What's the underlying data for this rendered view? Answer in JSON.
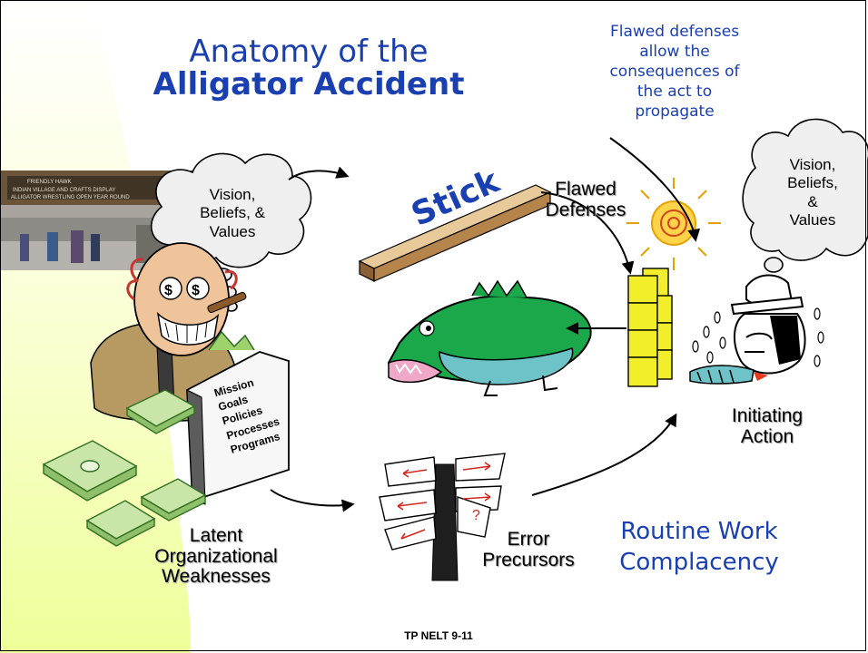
{
  "title": {
    "line1": "Anatomy of the",
    "line2": "Alligator Accident"
  },
  "note": {
    "lines": [
      "Flawed defenses",
      "allow the",
      "consequences of",
      "the act to",
      "propagate"
    ]
  },
  "cloud_left": {
    "lines": [
      "Vision,",
      "Beliefs, &",
      "Values"
    ]
  },
  "cloud_right": {
    "lines": [
      "Vision,",
      "Beliefs,",
      "&",
      "Values"
    ]
  },
  "stick_label": "Stick",
  "flawed_defenses": {
    "lines": [
      "Flawed",
      "Defenses"
    ]
  },
  "binder": {
    "items": [
      "Mission",
      "Goals",
      "Policies",
      "Processes",
      "Programs"
    ]
  },
  "latent": {
    "lines": [
      "Latent",
      "Organizational",
      "Weaknesses"
    ]
  },
  "error_precursors": {
    "lines": [
      "Error",
      "Precursors"
    ]
  },
  "routine": {
    "lines": [
      "Routine Work",
      "Complacency"
    ]
  },
  "initiating": {
    "lines": [
      "Initiating",
      "Action"
    ]
  },
  "sign_mark": "?",
  "photo_sign_text": [
    "FRIENDLY HAWK",
    "INDIAN VILLAGE AND CRAFTS DISPLAY",
    "ALLIGATOR WRESTLING OPEN YEAR ROUND"
  ],
  "footer": "TP NELT 9-11",
  "colors": {
    "title_blue": "#1a3fb0",
    "sidebar_yellow": "#f6ffb8",
    "alligator_green": "#1aa84a",
    "wall_yellow": "#f2ee2a",
    "stick_wood": "#c9a06a",
    "money_green": "#c9e6a8"
  }
}
